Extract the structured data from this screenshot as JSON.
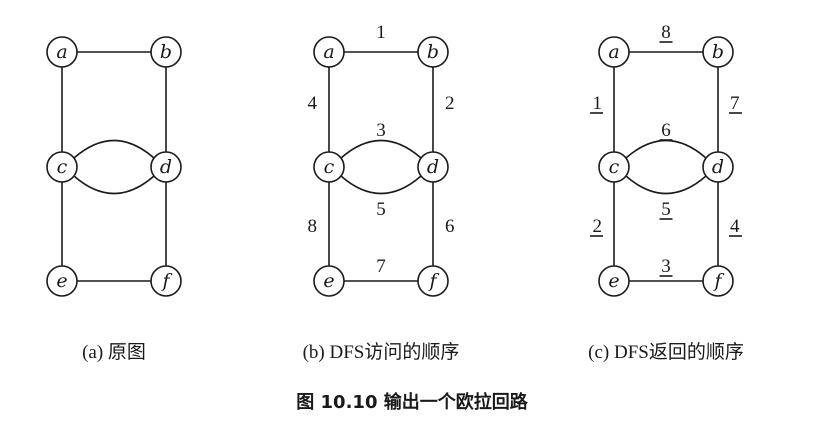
{
  "diagrams": [
    {
      "id": "a",
      "caption": "(a) 原图",
      "edge_labels": {
        "ab": "",
        "bd": "",
        "cd_top": "",
        "cd_bottom": "",
        "df": "",
        "ef": "",
        "ce": "",
        "ac": ""
      },
      "underline": false
    },
    {
      "id": "b",
      "caption": "(b) DFS访问的顺序",
      "edge_labels": {
        "ab": "1",
        "bd": "2",
        "cd_top": "3",
        "ac": "4",
        "cd_bottom": "5",
        "df": "6",
        "ef": "7",
        "ce": "8"
      },
      "underline": false
    },
    {
      "id": "c",
      "caption": "(c) DFS返回的顺序",
      "edge_labels": {
        "ac": "1",
        "ce": "2",
        "ef": "3",
        "df": "4",
        "cd_bottom": "5",
        "cd_top": "6",
        "bd": "7",
        "ab": "8"
      },
      "underline": true
    }
  ],
  "nodes": [
    "a",
    "b",
    "c",
    "d",
    "e",
    "f"
  ],
  "figure_title": "图 10.10   输出一个欧拉回路"
}
